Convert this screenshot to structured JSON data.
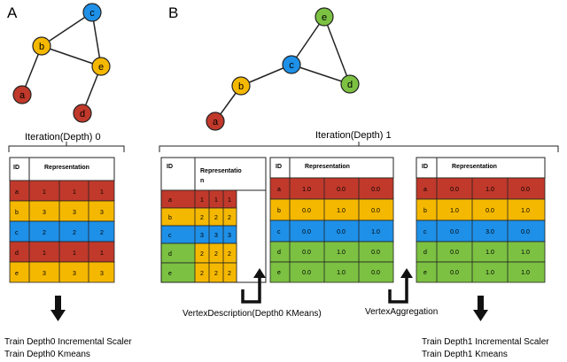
{
  "panels": {
    "a_label": "A",
    "b_label": "B"
  },
  "graph_a": {
    "nodes": [
      {
        "id": "a",
        "color": "#c0392b"
      },
      {
        "id": "b",
        "color": "#f5b800"
      },
      {
        "id": "c",
        "color": "#1e90e8"
      },
      {
        "id": "d",
        "color": "#c0392b"
      },
      {
        "id": "e",
        "color": "#f5b800"
      }
    ]
  },
  "graph_b": {
    "nodes": [
      {
        "id": "a",
        "color": "#c0392b"
      },
      {
        "id": "b",
        "color": "#f5b800"
      },
      {
        "id": "c",
        "color": "#1e90e8"
      },
      {
        "id": "d",
        "color": "#7cc142"
      },
      {
        "id": "e",
        "color": "#7cc142"
      }
    ]
  },
  "iteration_a": "Iteration(Depth) 0",
  "iteration_b": "Iteration(Depth) 1",
  "table_a": {
    "id_header": "ID",
    "rep_header": "Representation",
    "rows": [
      {
        "id": "a",
        "values": [
          "1",
          "1",
          "1"
        ]
      },
      {
        "id": "b",
        "values": [
          "3",
          "3",
          "3"
        ]
      },
      {
        "id": "c",
        "values": [
          "2",
          "2",
          "2"
        ]
      },
      {
        "id": "d",
        "values": [
          "1",
          "1",
          "1"
        ]
      },
      {
        "id": "e",
        "values": [
          "3",
          "3",
          "3"
        ]
      }
    ]
  },
  "table_b1": {
    "id_header": "ID",
    "rep_header_line1": "Representatio",
    "rep_header_line2": "n",
    "rows": [
      {
        "id": "a",
        "values": [
          "1",
          "1",
          "1"
        ]
      },
      {
        "id": "b",
        "values": [
          "2",
          "2",
          "2"
        ]
      },
      {
        "id": "c",
        "values": [
          "3",
          "3",
          "3"
        ]
      },
      {
        "id": "d",
        "values": [
          "2",
          "2",
          "2"
        ]
      },
      {
        "id": "e",
        "values": [
          "2",
          "2",
          "2"
        ]
      }
    ]
  },
  "table_b2": {
    "id_header": "ID",
    "rep_header": "Representation",
    "rows": [
      {
        "id": "a",
        "values": [
          "1.0",
          "0.0",
          "0.0"
        ]
      },
      {
        "id": "b",
        "values": [
          "0.0",
          "1.0",
          "0.0"
        ]
      },
      {
        "id": "c",
        "values": [
          "0.0",
          "0.0",
          "1.0"
        ]
      },
      {
        "id": "d",
        "values": [
          "0.0",
          "1.0",
          "0.0"
        ]
      },
      {
        "id": "e",
        "values": [
          "0.0",
          "1.0",
          "0.0"
        ]
      }
    ]
  },
  "table_b3": {
    "id_header": "ID",
    "rep_header": "Representation",
    "rows": [
      {
        "id": "a",
        "values": [
          "0.0",
          "1.0",
          "0.0"
        ]
      },
      {
        "id": "b",
        "values": [
          "1.0",
          "0.0",
          "1.0"
        ]
      },
      {
        "id": "c",
        "values": [
          "0.0",
          "3.0",
          "0.0"
        ]
      },
      {
        "id": "d",
        "values": [
          "0.0",
          "1.0",
          "1.0"
        ]
      },
      {
        "id": "e",
        "values": [
          "0.0",
          "1.0",
          "1.0"
        ]
      }
    ]
  },
  "row_colors": {
    "red": "#c0392b",
    "yellow": "#f5b800",
    "blue": "#1e90e8",
    "green": "#7cc142"
  },
  "labels": {
    "vertex_description": "VertexDescription(Depth0 KMeans)",
    "vertex_aggregation": "VertexAggregation",
    "train_a_line1": "Train Depth0 Incremental Scaler",
    "train_a_line2": "Train Depth0 Kmeans",
    "train_b_line1": "Train Depth1 Incremental Scaler",
    "train_b_line2": "Train Depth1 Kmeans"
  }
}
